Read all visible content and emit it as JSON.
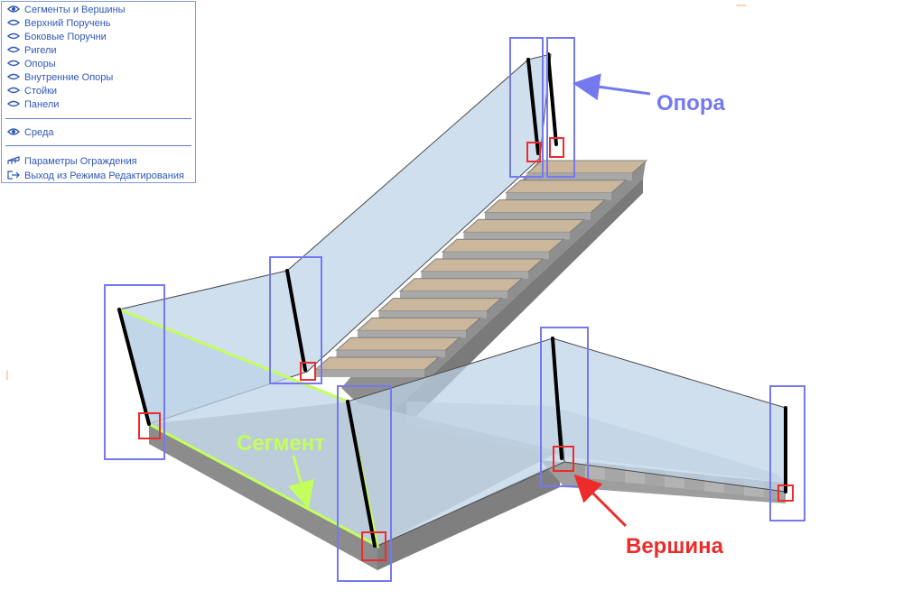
{
  "menu": {
    "items": [
      {
        "label": "Сегменты и Вершины",
        "icon": "eye-open-icon"
      },
      {
        "label": "Верхний Поручень",
        "icon": "eye-closed-icon"
      },
      {
        "label": "Боковые Поручни",
        "icon": "eye-closed-icon"
      },
      {
        "label": "Ригели",
        "icon": "eye-closed-icon"
      },
      {
        "label": "Опоры",
        "icon": "eye-closed-icon"
      },
      {
        "label": "Внутренние Опоры",
        "icon": "eye-closed-icon"
      },
      {
        "label": "Стойки",
        "icon": "eye-closed-icon"
      },
      {
        "label": "Панели",
        "icon": "eye-closed-icon"
      }
    ],
    "environment": {
      "label": "Среда",
      "icon": "eye-open-icon"
    },
    "railing_settings": {
      "label": "Параметры Ограждения",
      "icon": "railing-icon"
    },
    "exit_edit_mode": {
      "label": "Выход из Режима Редактирования",
      "icon": "exit-icon"
    }
  },
  "annotations": {
    "post_label": "Опора",
    "segment_label": "Сегмент",
    "vertex_label": "Вершина"
  },
  "colors": {
    "menu_text": "#2f58b6",
    "post_box": "#7479f0",
    "vertex_box": "#ee2b2b",
    "segment": "#c3ff5c",
    "glass": "#bcd3e8",
    "stair": "#9a9a9a",
    "tread": "#cbb89c"
  }
}
